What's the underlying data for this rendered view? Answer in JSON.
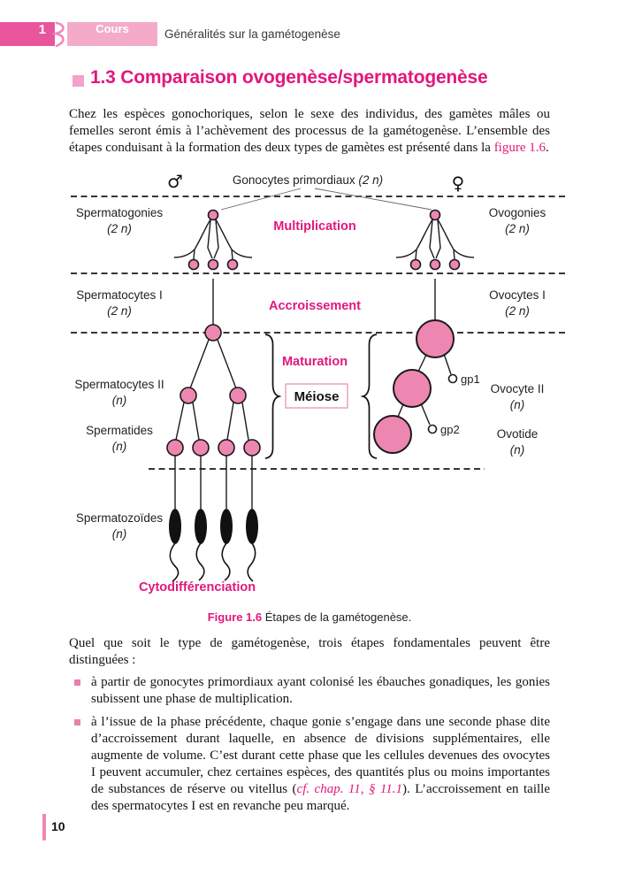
{
  "header": {
    "chapter_number": "1",
    "tab_label": "Cours",
    "chapter_title": "Généralités sur la gamétogenèse"
  },
  "section": {
    "title": "1.3 Comparaison ovogenèse/spermatogenèse"
  },
  "intro": {
    "text_before_link": "Chez les espèces gonochoriques, selon le sexe des individus, des gamètes mâles ou femelles seront émis à l’achèvement des processus de la gamétogenèse. L’ensemble des étapes conduisant à la formation des deux types de gamètes est présenté dans la ",
    "link": "figure 1.6",
    "text_after_link": "."
  },
  "figure": {
    "male_symbol": "♂",
    "female_symbol": "♀",
    "top_label": "Gonocytes primordiaux ",
    "top_label_ploidy": "(2 n)",
    "stages": {
      "multiplication": "Multiplication",
      "accroissement": "Accroissement",
      "maturation": "Maturation",
      "meiose": "Méiose",
      "cytodifferenciation": "Cytodifférenciation"
    },
    "left_labels": [
      {
        "name": "Spermatogonies",
        "ploidy": "(2 n)"
      },
      {
        "name": "Spermatocytes I",
        "ploidy": "(2 n)"
      },
      {
        "name": "Spermatocytes II",
        "ploidy": "(n)"
      },
      {
        "name": "Spermatides",
        "ploidy": "(n)"
      },
      {
        "name": "Spermatozoïdes",
        "ploidy": "(n)"
      }
    ],
    "right_labels": [
      {
        "name": "Ovogonies",
        "ploidy": "(2 n)"
      },
      {
        "name": "Ovocytes I",
        "ploidy": "(2 n)"
      },
      {
        "name": "Ovocyte II",
        "ploidy": "(n)"
      },
      {
        "name": "Ovotide",
        "ploidy": "(n)"
      }
    ],
    "polar_bodies": [
      "gp1",
      "gp2"
    ],
    "caption_label": "Figure 1.6",
    "caption_text": " Étapes de la gamétogenèse."
  },
  "body": {
    "paragraph1": "Quel que soit le type de gamétogenèse, trois étapes fondamentales peuvent être distinguées :",
    "bullet1": "à partir de gonocytes primordiaux ayant colonisé les ébauches gonadiques, les gonies subissent une phase de multiplication.",
    "bullet2_before_ref": "à l’issue de la phase précédente, chaque gonie s’engage dans une seconde phase dite d’accroissement durant laquelle, en absence de divisions supplémentaires, elle augmente de volume. C’est durant cette phase que les cellules devenues des ovocytes I peuvent accumuler, chez certaines espèces, des quantités plus ou moins importantes de substances de réserve ou vitellus (",
    "bullet2_ref": "cf. chap. 11, § 11.1",
    "bullet2_after_ref": "). L’accroissement en taille des spermatocytes I est en revanche peu marqué."
  },
  "footer": {
    "page_number": "10"
  },
  "colors": {
    "accent": "#e3167d",
    "header_dark": "#e8559c",
    "header_light": "#f4abc9",
    "cell_fill": "#ee86b2"
  }
}
